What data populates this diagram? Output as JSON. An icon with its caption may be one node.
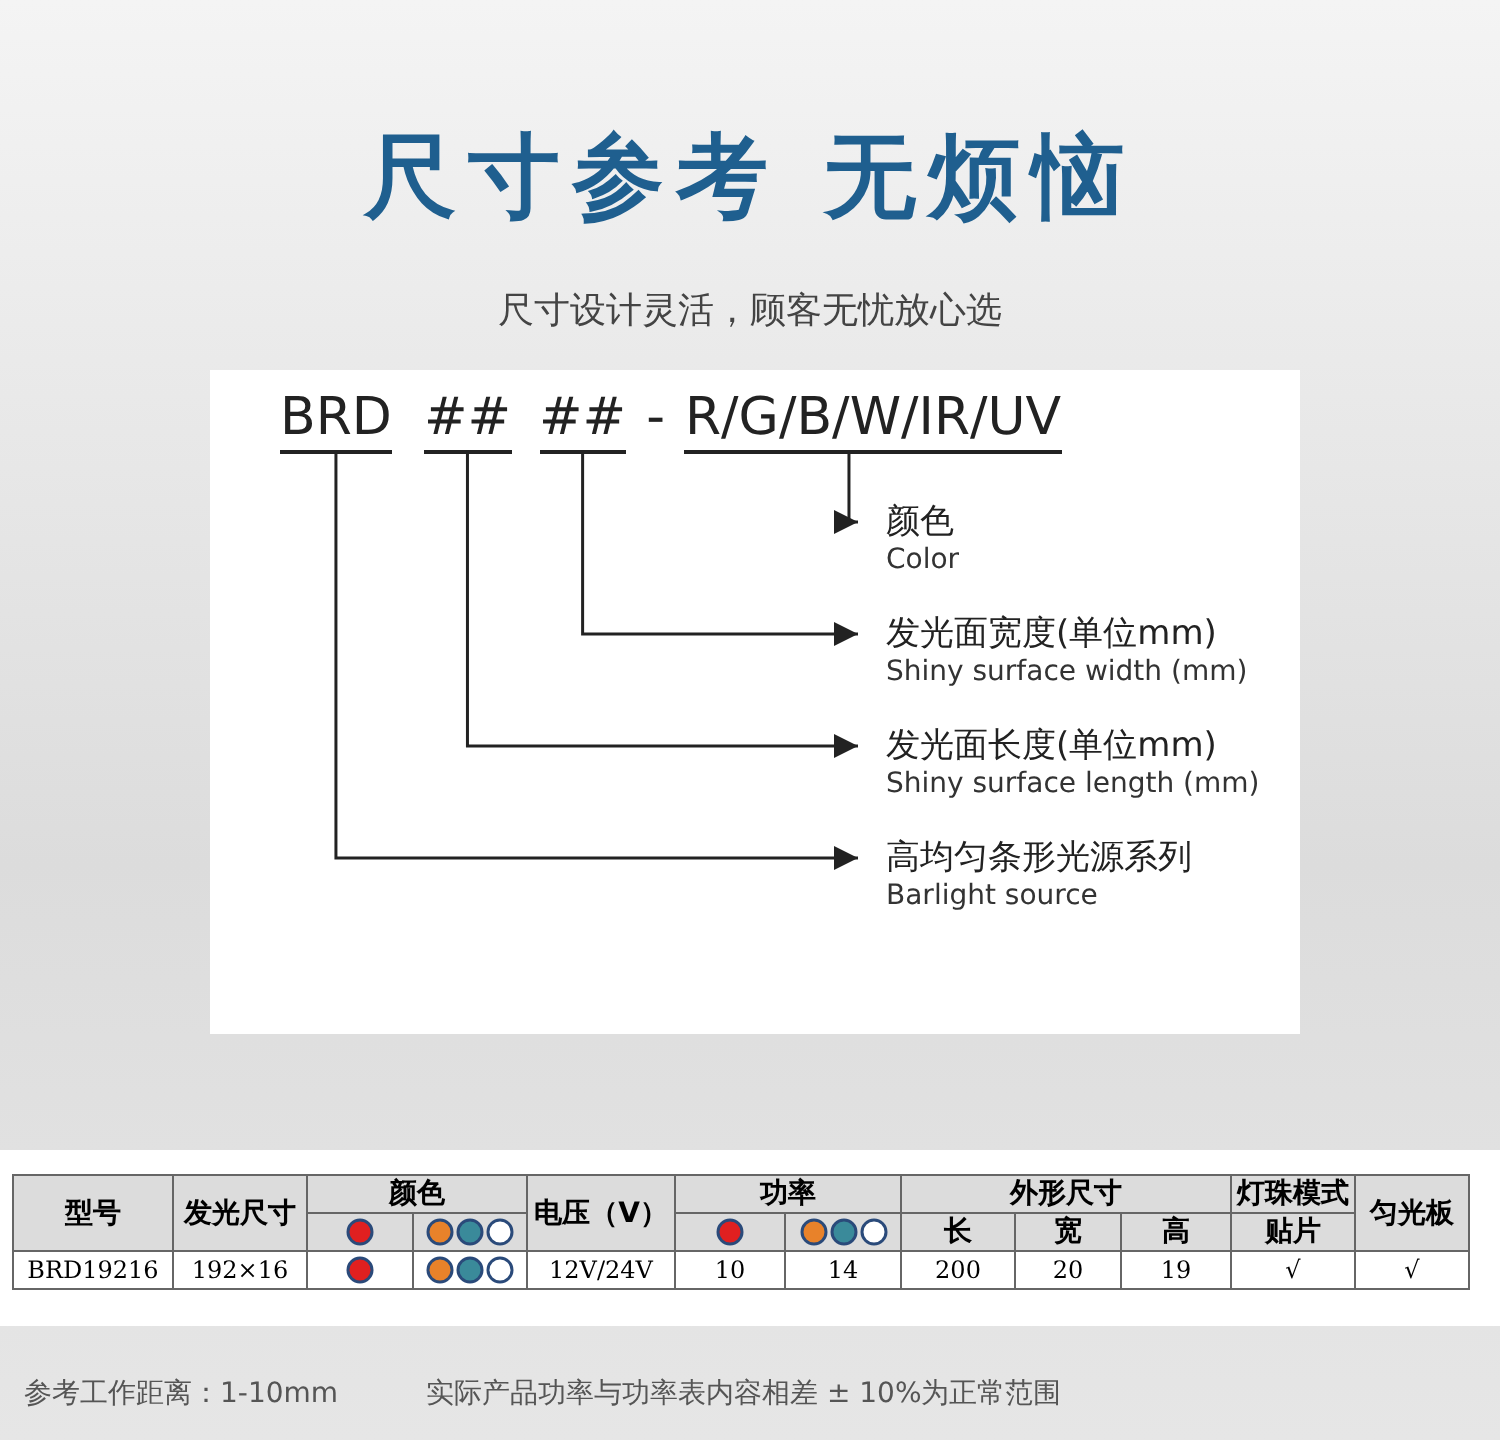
{
  "diagram": {
    "title": "尺寸参考 无烦恼",
    "nodes": [
      {
        "text": [
          "BRD"
        ]
      },
      {
        "text": [
          "##"
        ]
      },
      {
        "text": [
          "##"
        ]
      },
      {
        "text": [
          "R/G/B/W/IR/UV"
        ]
      },
      {
        "text": [
          "颜色",
          "Color"
        ]
      },
      {
        "text": [
          "发光面宽度(单位mm)",
          "Shiny surface width (mm)"
        ]
      },
      {
        "text": [
          "发光面长度(单位mm)",
          "Shiny surface length (mm)"
        ]
      },
      {
        "text": [
          "高均匀条形光源系列",
          "Barlight source"
        ]
      }
    ],
    "edges": [
      {
        "from": 3,
        "to": 4,
        "arrow": "to"
      },
      {
        "from": 2,
        "to": 5,
        "arrow": "to"
      },
      {
        "from": 1,
        "to": 6,
        "arrow": "to"
      },
      {
        "from": 0,
        "to": 7,
        "arrow": "to"
      }
    ],
    "labels": [
      "尺寸设计灵活，顾客无忧放心选",
      "-",
      "型号",
      "发光尺寸",
      "颜色",
      "电压（V）",
      "功率",
      "外形尺寸",
      "灯珠模式",
      "匀光板",
      "长",
      "宽",
      "高",
      "贴片",
      "BRD19216",
      "192×16",
      "12V/24V",
      "10",
      "14",
      "200",
      "20",
      "19",
      "√",
      "√",
      "参考工作距离：1-10mm",
      "实际产品功率与功率表内容相差 ± 10%为正常范围"
    ]
  }
}
